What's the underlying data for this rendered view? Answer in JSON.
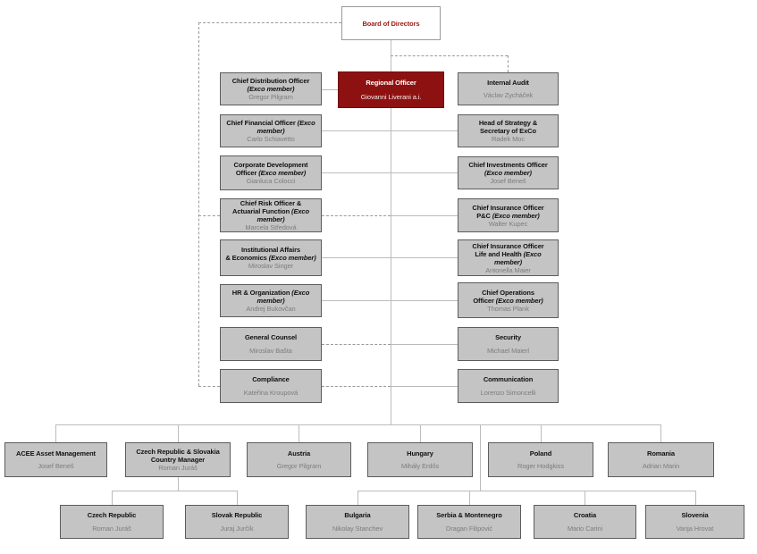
{
  "org": {
    "board": {
      "title": "Board of Directors"
    },
    "regional": {
      "title": "Regional Officer",
      "name": "Giovanni Liverani a.i."
    },
    "left": [
      {
        "title": "Chief Distribution Officer",
        "exco": "(Exco member)",
        "name": "Gregor Pilgram"
      },
      {
        "title": "Chief Financial Officer",
        "exco": "(Exco member)",
        "name": "Carlo Schiavetto"
      },
      {
        "title": "Corporate Development Officer",
        "exco": "(Exco member)",
        "name": "Gianluca Colocci"
      },
      {
        "title": "Chief Risk Officer &\nActuarial Function",
        "exco": "(Exco member)",
        "name": "Marcela Středová"
      },
      {
        "title": "Institutional Affairs\n& Economics",
        "exco": "(Exco member)",
        "name": "Miroslav Singer"
      },
      {
        "title": "HR & Organization",
        "exco": "(Exco member)",
        "name": "Andrej Bukovčan"
      },
      {
        "title": "General Counsel",
        "exco": "",
        "name": "Miroslav Bašta"
      },
      {
        "title": "Compliance",
        "exco": "",
        "name": "Kateřina Kroupová"
      }
    ],
    "right": [
      {
        "title": "Internal Audit",
        "exco": "",
        "name": "Václav Zycháček"
      },
      {
        "title": "Head of Strategy &\nSecretary of ExCo",
        "exco": "",
        "name": "Radek Moc"
      },
      {
        "title": "Chief Investments Officer",
        "exco": "(Exco member)",
        "name": "Josef Beneš"
      },
      {
        "title": "Chief Insurance Officer\nP&C",
        "exco": "(Exco member)",
        "name": "Walter Kupec"
      },
      {
        "title": "Chief Insurance Officer\nLife and Health",
        "exco": "(Exco member)",
        "name": "Antonella Maier"
      },
      {
        "title": "Chief Operations\nOfficer",
        "exco": "(Exco member)",
        "name": "Thomas Plank"
      },
      {
        "title": "Security",
        "exco": "",
        "name": "Michael Maierl"
      },
      {
        "title": "Communication",
        "exco": "",
        "name": "Lorenzo Simoncelli"
      }
    ],
    "countries": [
      {
        "title": "ACEE  Asset Management",
        "name": "Josef Beneš"
      },
      {
        "title": "Czech Republic & Slovakia\nCountry Manager",
        "name": "Roman Juráš"
      },
      {
        "title": "Austria",
        "name": "Gregor Pilgram"
      },
      {
        "title": "Hungary",
        "name": "Mihály Erdős"
      },
      {
        "title": "Poland",
        "name": "Roger Hodgkiss"
      },
      {
        "title": "Romania",
        "name": "Adrian Marin"
      }
    ],
    "sub_countries": [
      {
        "title": "Czech Republic",
        "name": "Roman Juráš"
      },
      {
        "title": "Slovak Republic",
        "name": "Juraj Jurčík"
      },
      {
        "title": "Bulgaria",
        "name": "Nikolay Stanchev"
      },
      {
        "title": "Serbia & Montenegro",
        "name": "Dragan Filipović"
      },
      {
        "title": "Croatia",
        "name": "Mario Carini"
      },
      {
        "title": "Slovenia",
        "name": "Vanja Hrovat"
      }
    ],
    "colors": {
      "accent_red": "#8e1111",
      "board_text_red": "#9d1818",
      "node_fill": "#c4c4c4",
      "node_border": "#5c5c5c",
      "name_gray": "#7d7d7d",
      "line_solid": "#bcbcbc",
      "line_dashed": "#9a9a9a"
    }
  }
}
